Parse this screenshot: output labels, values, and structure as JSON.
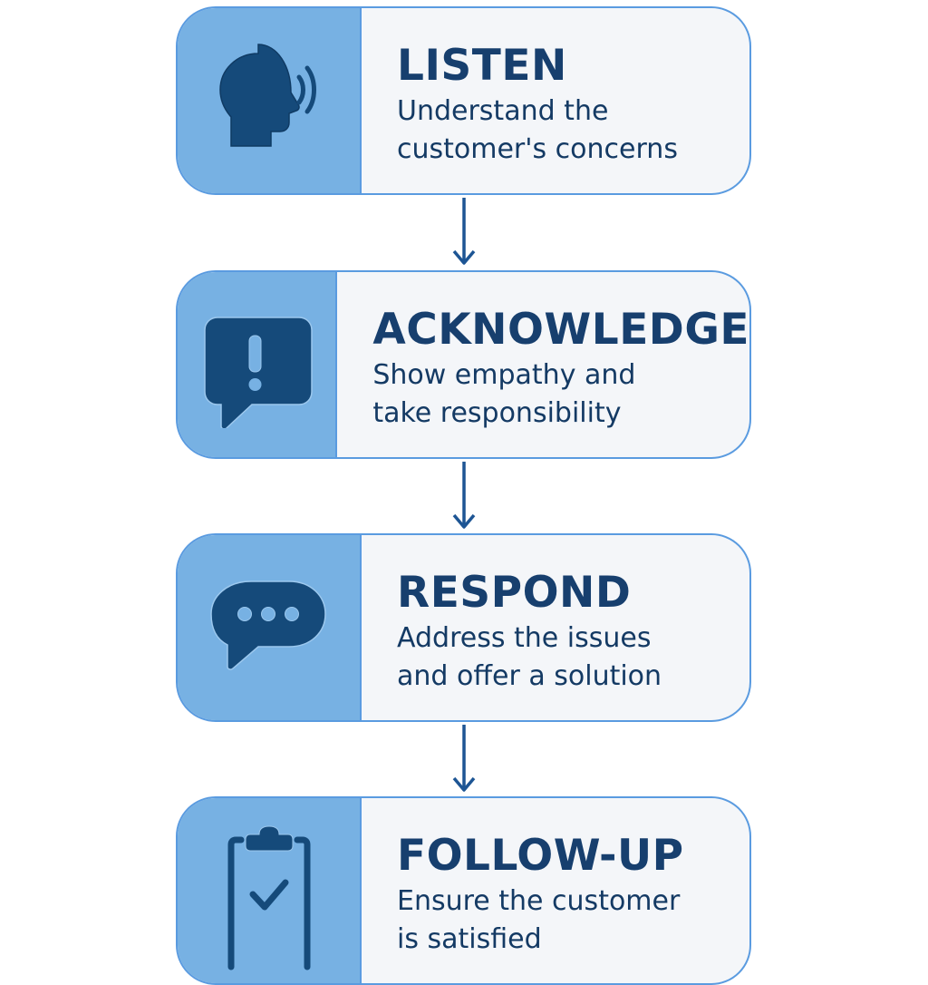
{
  "colors": {
    "panel": "#77b1e3",
    "border": "#5a9be0",
    "icon": "#154a7a",
    "text": "#173f6e",
    "card_bg": "#f4f6f9"
  },
  "steps": [
    {
      "title": "LISTEN",
      "line1": "Understand the",
      "line2": "customer's concerns",
      "icon": "speaking-head-icon"
    },
    {
      "title": "ACKNOWLEDGE",
      "line1": "Show empathy and",
      "line2": "take responsibility",
      "icon": "exclamation-bubble-icon"
    },
    {
      "title": "RESPOND",
      "line1": "Address the issues",
      "line2": "and offer a solution",
      "icon": "chat-bubble-dots-icon"
    },
    {
      "title": "FOLLOW-UP",
      "line1": "Ensure the customer",
      "line2": "is satisfied",
      "icon": "clipboard-check-icon"
    }
  ]
}
